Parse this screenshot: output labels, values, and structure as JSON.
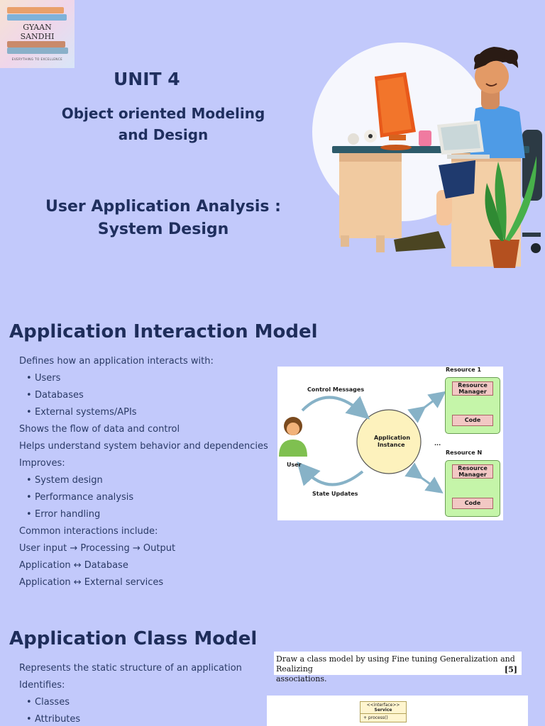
{
  "logo": {
    "line1": "GYAAN",
    "line2": "SANDHI",
    "tagline": "EVERYTHING TO EXCELLENCE"
  },
  "header": {
    "unit": "UNIT 4",
    "subject_line1": "Object oriented Modeling",
    "subject_line2": "and Design",
    "topic_line1": "User Application Analysis :",
    "topic_line2": "System Design"
  },
  "section1": {
    "title": "Application Interaction Model",
    "lines": [
      {
        "text": "Defines how an application interacts with:",
        "bullet": false
      },
      {
        "text": "Users",
        "bullet": true
      },
      {
        "text": "Databases",
        "bullet": true
      },
      {
        "text": "External systems/APIs",
        "bullet": true
      },
      {
        "text": "Shows the flow of data and control",
        "bullet": false
      },
      {
        "text": "Helps understand system behavior and dependencies",
        "bullet": false
      },
      {
        "text": "Improves:",
        "bullet": false
      },
      {
        "text": "System design",
        "bullet": true
      },
      {
        "text": "Performance analysis",
        "bullet": true
      },
      {
        "text": "Error handling",
        "bullet": true
      },
      {
        "text": "Common interactions include:",
        "bullet": false
      },
      {
        "text": "User input → Processing → Output",
        "bullet": false
      },
      {
        "text": "Application ↔ Database",
        "bullet": false
      },
      {
        "text": "Application ↔ External services",
        "bullet": false
      }
    ]
  },
  "diagram": {
    "control_messages": "Control Messages",
    "state_updates": "State Updates",
    "user": "User",
    "app_instance_1": "Application",
    "app_instance_2": "Instance",
    "resource_1": "Resource 1",
    "resource_n": "Resource N",
    "ellipsis": "...",
    "resource_manager_1": "Resource",
    "resource_manager_2": "Manager",
    "code": "Code"
  },
  "section2": {
    "title": "Application Class Model",
    "lines": [
      {
        "text": "Represents the static structure of an application",
        "bullet": false
      },
      {
        "text": "Identifies:",
        "bullet": false
      },
      {
        "text": "Classes",
        "bullet": true
      },
      {
        "text": "Attributes",
        "bullet": true
      }
    ]
  },
  "task": {
    "line1": "Draw a class model by using Fine tuning Generalization and Realizing",
    "line2": "associations.",
    "marks": "[5]"
  },
  "class_diagram": {
    "stereotype": "<<interface>>",
    "name": "Service",
    "method": "+ process()"
  }
}
